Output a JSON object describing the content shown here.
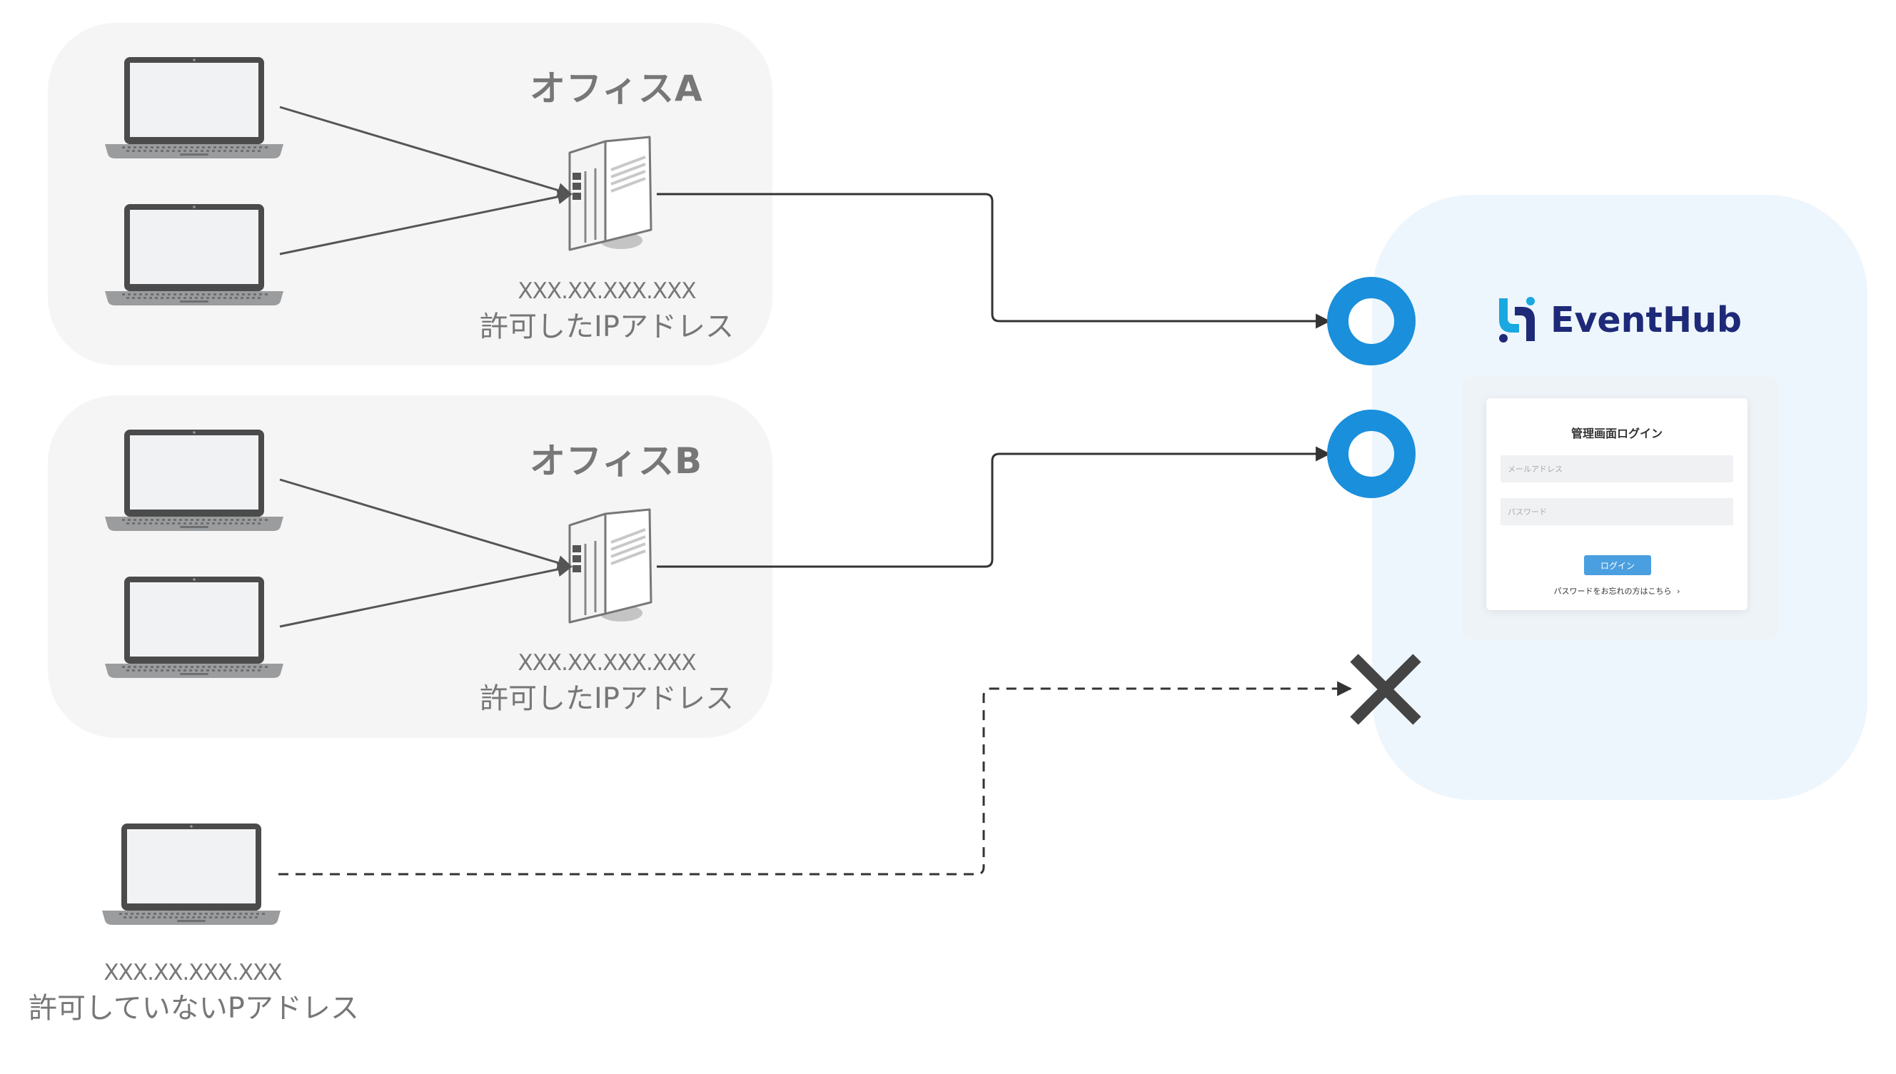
{
  "offices": [
    {
      "title": "オフィスA",
      "ip_address": "XXX.XX.XXX.XXX",
      "ip_caption": "許可したIPアドレス",
      "access": "allowed"
    },
    {
      "title": "オフィスB",
      "ip_address": "XXX.XX.XXX.XXX",
      "ip_caption": "許可したIPアドレス",
      "access": "allowed"
    }
  ],
  "external_device": {
    "ip_address": "XXX.XX.XXX.XXX",
    "ip_caption": "許可していないPアドレス",
    "access": "denied"
  },
  "service": {
    "logo_text": "EventHub",
    "login": {
      "title": "管理画面ログイン",
      "email_placeholder": "メールアドレス",
      "password_placeholder": "パスワード",
      "button_label": "ログイン",
      "forgot_link": "パスワードをお忘れの方はこちら"
    }
  },
  "icons": {
    "allowed": "circle-o-icon",
    "denied": "cross-x-icon",
    "device": "laptop-icon",
    "router": "server-router-icon",
    "chevron": "chevron-right-icon"
  },
  "colors": {
    "office_bg": "#f5f5f5",
    "service_bg": "#eef6fd",
    "allowed_mark": "#1a8fdb",
    "denied_mark": "#444444",
    "brand_navy": "#1e2a78",
    "brand_cyan": "#1aa8e0",
    "login_button": "#4a9fe0",
    "text_gray": "#777777"
  }
}
